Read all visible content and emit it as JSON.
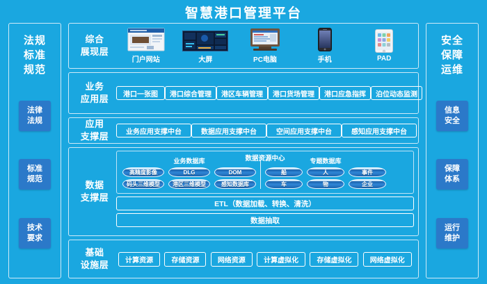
{
  "page": {
    "title": "智慧港口管理平台",
    "bg_color": "#1aa7e0",
    "accent_color": "#2b79c9",
    "border_color": "#cfeaf8"
  },
  "left_column": {
    "title_lines": [
      "法规",
      "标准",
      "规范"
    ],
    "buttons": [
      {
        "name": "legal-regulations",
        "lines": [
          "法律",
          "法规"
        ]
      },
      {
        "name": "standard-specification",
        "lines": [
          "标准",
          "规范"
        ]
      },
      {
        "name": "technical-requirement",
        "lines": [
          "技术",
          "要求"
        ]
      }
    ]
  },
  "right_column": {
    "title_lines": [
      "安全",
      "保障",
      "运维"
    ],
    "buttons": [
      {
        "name": "information-security",
        "lines": [
          "信息",
          "安全"
        ]
      },
      {
        "name": "support-system",
        "lines": [
          "保障",
          "体系"
        ]
      },
      {
        "name": "operation-maintenance",
        "lines": [
          "运行",
          "维护"
        ]
      }
    ]
  },
  "layers": {
    "presentation": {
      "label_lines": [
        "综合",
        "展现层"
      ],
      "devices": [
        {
          "icon": "website-icon",
          "caption": "门户网站"
        },
        {
          "icon": "big-screen-icon",
          "caption": "大屏"
        },
        {
          "icon": "desktop-pc-icon",
          "caption": "PC电脑"
        },
        {
          "icon": "mobile-phone-icon",
          "caption": "手机"
        },
        {
          "icon": "tablet-pad-icon",
          "caption": "PAD"
        }
      ]
    },
    "business": {
      "label_lines": [
        "业务",
        "应用层"
      ],
      "items": [
        "港口一张图",
        "港口综合管理",
        "港区车辆管理",
        "港口货场管理",
        "港口应急指挥",
        "泊位动态监测"
      ]
    },
    "app_support": {
      "label_lines": [
        "应用",
        "支撑层"
      ],
      "items": [
        "业务应用支撑中台",
        "数据应用支撑中台",
        "空间应用支撑中台",
        "感知应用支撑中台"
      ]
    },
    "data_support": {
      "label_lines": [
        "数据",
        "支撑层"
      ],
      "center_title": "数据资源中心",
      "business_db": {
        "heading": "业务数据库",
        "row1": [
          "高精度影像",
          "DLG",
          "DOM"
        ],
        "row2": [
          "码头三维模型",
          "港区三维模型",
          "感知数据库"
        ]
      },
      "thematic_db": {
        "heading": "专题数据库",
        "row1": [
          "船",
          "人",
          "事件"
        ],
        "row2": [
          "车",
          "物",
          "企业"
        ]
      },
      "etl_bar": "ETL（数据加载、转换、清洗）",
      "extract_bar": "数据抽取"
    },
    "infrastructure": {
      "label_lines": [
        "基础",
        "设施层"
      ],
      "items": [
        "计算资源",
        "存储资源",
        "网络资源",
        "计算虚拟化",
        "存储虚拟化",
        "网络虚拟化"
      ]
    }
  }
}
